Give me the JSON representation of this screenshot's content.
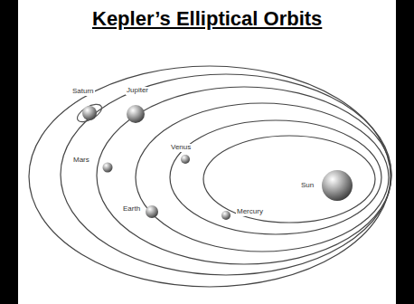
{
  "diagram": {
    "title": "Kepler’s Elliptical Orbits",
    "labels": [
      "Saturn",
      "Jupiter",
      "Mars",
      "Venus",
      "Earth",
      "Mercury",
      "Sun"
    ]
  }
}
